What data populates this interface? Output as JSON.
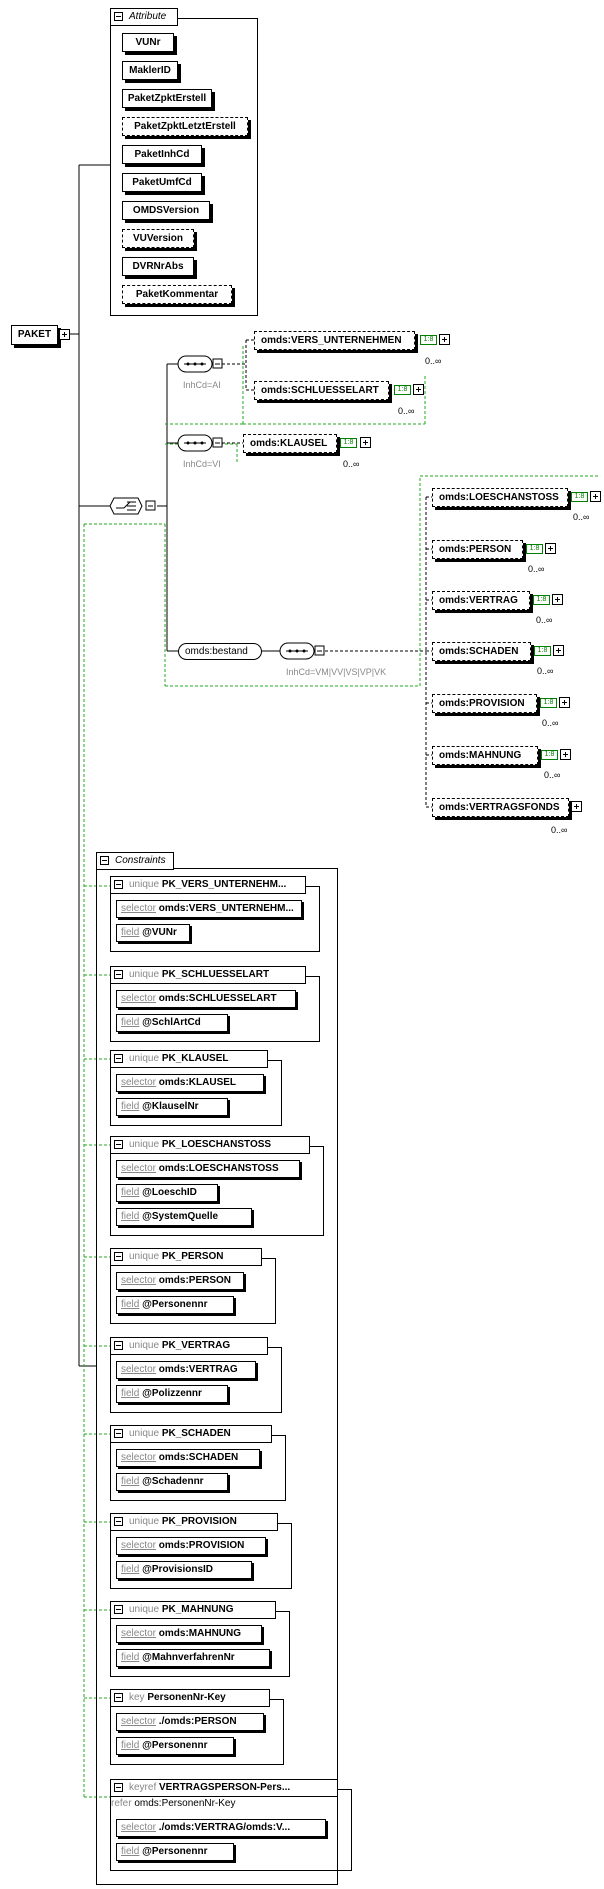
{
  "root": "PAKET",
  "attributes": {
    "title": "Attribute",
    "items": [
      {
        "label": "VUNr",
        "optional": false
      },
      {
        "label": "MaklerID",
        "optional": false
      },
      {
        "label": "PaketZpktErstell",
        "optional": false
      },
      {
        "label": "PaketZpktLetztErstell",
        "optional": true
      },
      {
        "label": "PaketInhCd",
        "optional": false
      },
      {
        "label": "PaketUmfCd",
        "optional": false
      },
      {
        "label": "OMDSVersion",
        "optional": false
      },
      {
        "label": "VUVersion",
        "optional": true
      },
      {
        "label": "DVRNrAbs",
        "optional": false
      },
      {
        "label": "PaketKommentar",
        "optional": true
      }
    ]
  },
  "choice_groups": {
    "ai_label": "InhCd=AI",
    "vi_label": "InhCd=VI",
    "bestand_label": "InhCd=VM|VV|VS|VP|VK"
  },
  "elements": {
    "vers_unternehmen": {
      "label": "omds:VERS_UNTERNEHMEN",
      "card": "0..∞"
    },
    "schluesselart": {
      "label": "omds:SCHLUESSELART",
      "card": "0..∞"
    },
    "klausel": {
      "label": "omds:KLAUSEL",
      "card": "0..∞"
    },
    "bestand": {
      "label": "omds:bestand"
    },
    "loeschanstoss": {
      "label": "omds:LOESCHANSTOSS",
      "card": "0..∞"
    },
    "person": {
      "label": "omds:PERSON",
      "card": "0..∞"
    },
    "vertrag": {
      "label": "omds:VERTRAG",
      "card": "0..∞"
    },
    "schaden": {
      "label": "omds:SCHADEN",
      "card": "0..∞"
    },
    "provision": {
      "label": "omds:PROVISION",
      "card": "0..∞"
    },
    "mahnung": {
      "label": "omds:MAHNUNG",
      "card": "0..∞"
    },
    "vertragsfonds": {
      "label": "omds:VERTRAGSFONDS",
      "card": "0..∞"
    }
  },
  "constraints": {
    "title": "Constraints",
    "selector_word": "selector",
    "field_word": "field",
    "refer_word": "refer",
    "items": [
      {
        "kind": "unique",
        "name": "PK_VERS_UNTERNEHM...",
        "selector": "omds:VERS_UNTERNEHM...",
        "fields": [
          "@VUNr"
        ]
      },
      {
        "kind": "unique",
        "name": "PK_SCHLUESSELART",
        "selector": "omds:SCHLUESSELART",
        "fields": [
          "@SchlArtCd"
        ]
      },
      {
        "kind": "unique",
        "name": "PK_KLAUSEL",
        "selector": "omds:KLAUSEL",
        "fields": [
          "@KlauselNr"
        ]
      },
      {
        "kind": "unique",
        "name": "PK_LOESCHANSTOSS",
        "selector": "omds:LOESCHANSTOSS",
        "fields": [
          "@LoeschID",
          "@SystemQuelle"
        ]
      },
      {
        "kind": "unique",
        "name": "PK_PERSON",
        "selector": "omds:PERSON",
        "fields": [
          "@Personennr"
        ]
      },
      {
        "kind": "unique",
        "name": "PK_VERTRAG",
        "selector": "omds:VERTRAG",
        "fields": [
          "@Polizzennr"
        ]
      },
      {
        "kind": "unique",
        "name": "PK_SCHADEN",
        "selector": "omds:SCHADEN",
        "fields": [
          "@Schadennr"
        ]
      },
      {
        "kind": "unique",
        "name": "PK_PROVISION",
        "selector": "omds:PROVISION",
        "fields": [
          "@ProvisionsID"
        ]
      },
      {
        "kind": "unique",
        "name": "PK_MAHNUNG",
        "selector": "omds:MAHNUNG",
        "fields": [
          "@MahnverfahrenNr"
        ]
      },
      {
        "kind": "key",
        "name": "PersonenNr-Key",
        "selector": "./omds:PERSON",
        "fields": [
          "@Personennr"
        ]
      },
      {
        "kind": "keyref",
        "name": "VERTRAGSPERSON-Pers...",
        "refer": "omds:PersonenNr-Key",
        "selector": "./omds:VERTRAG/omds:V...",
        "fields": [
          "@Personennr"
        ]
      }
    ]
  }
}
